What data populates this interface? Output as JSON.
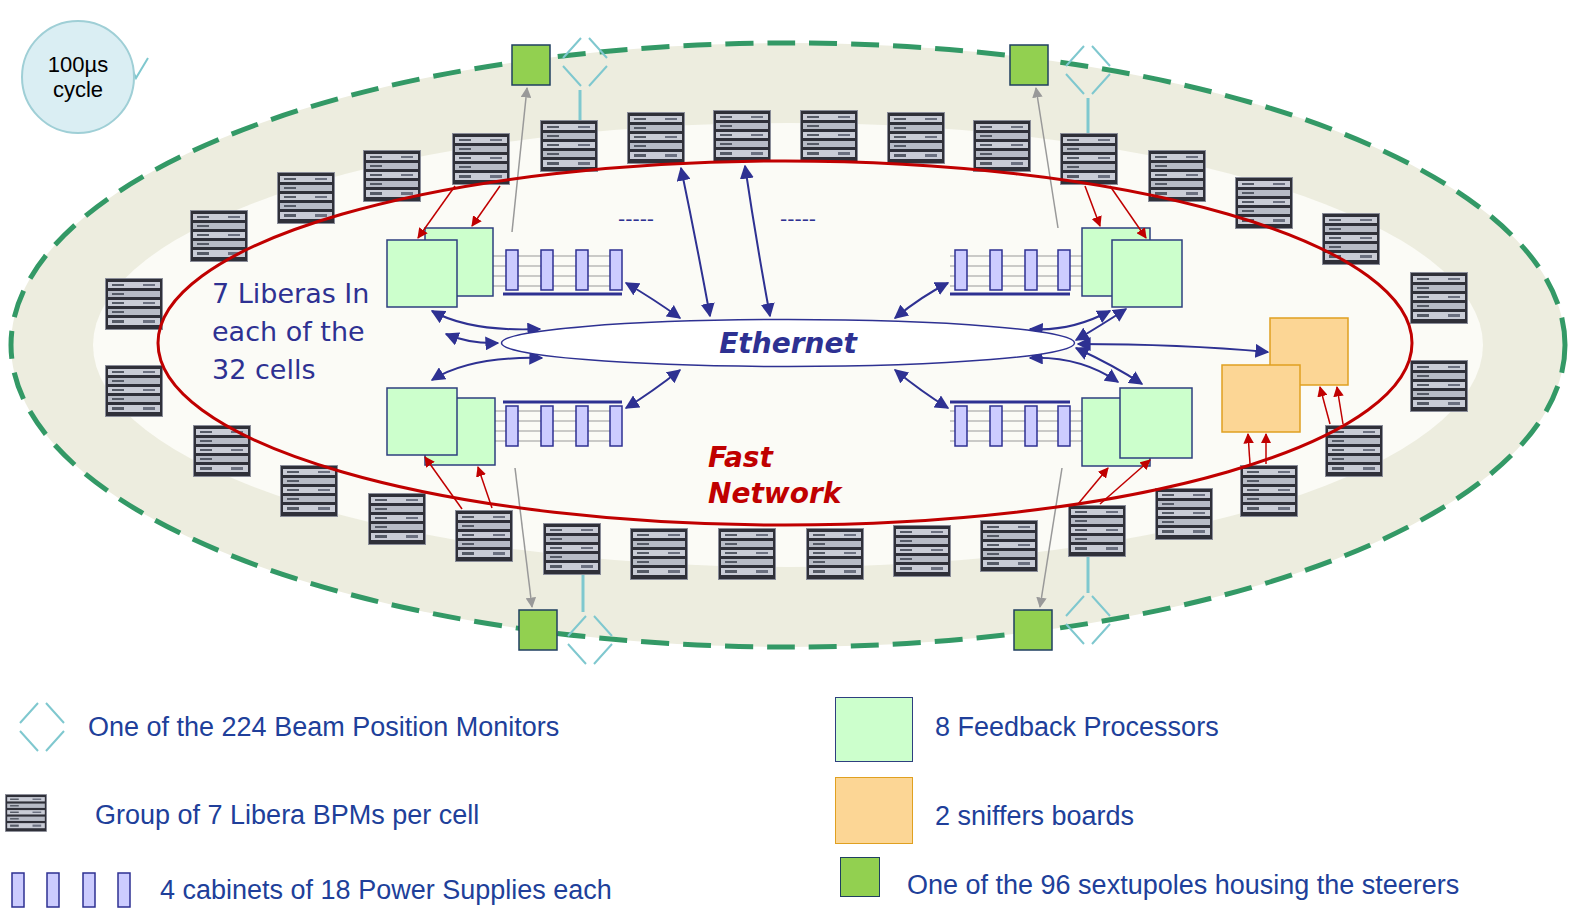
{
  "diagram": {
    "nodes": [
      {
        "text": [
          "100µs cycle"
        ]
      },
      {
        "text": [
          "Fast Network"
        ]
      },
      {
        "text": [
          "Ethernet"
        ],
        "in": 1
      }
    ],
    "labels": [
      "7 Liberas In each of the 32 cells",
      "-----",
      "-----"
    ],
    "legend": [
      {
        "text": "One of the 224 Beam Position Monitors"
      },
      {
        "text": "Group of 7 Libera BPMs per cell"
      },
      {
        "text": "4 cabinets of 18 Power Supplies each"
      },
      {
        "text": "8 Feedback Processors",
        "color": "#ccffcc"
      },
      {
        "text": "2 sniffers boards",
        "color": "#fcd695"
      },
      {
        "text": "One of the 96 sextupoles housing the steerers",
        "color": "#92d050"
      }
    ]
  }
}
